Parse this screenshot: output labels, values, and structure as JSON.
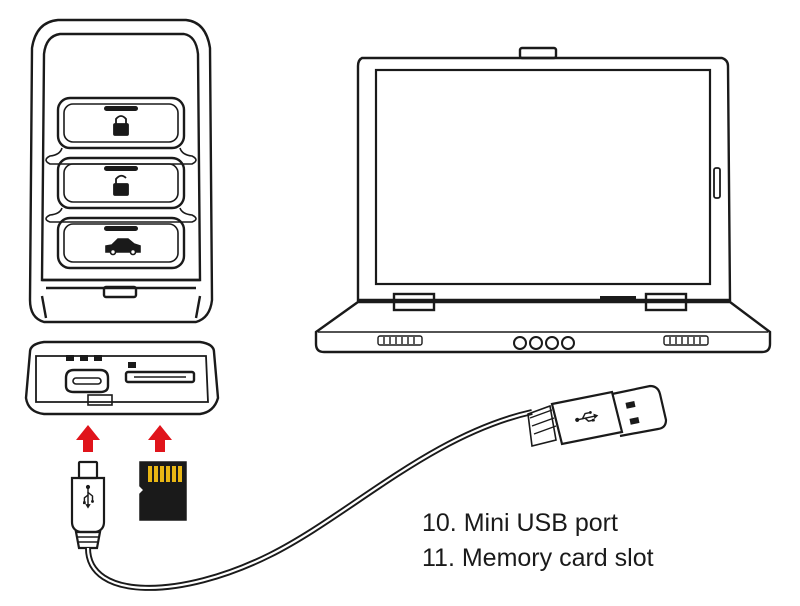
{
  "colors": {
    "line": "#1a1a1a",
    "arrow": "#e0141b",
    "card_gold": "#e8b614",
    "background": "#ffffff"
  },
  "icons": {
    "fob_button_1": "lock-closed-icon",
    "fob_button_2": "lock-open-icon",
    "fob_button_3": "car-trunk-icon",
    "usb_symbol": "usb-icon"
  },
  "labels": [
    {
      "id": "mini-usb",
      "text": "10. Mini USB port"
    },
    {
      "id": "card-slot",
      "text": "11. Memory card slot"
    }
  ]
}
